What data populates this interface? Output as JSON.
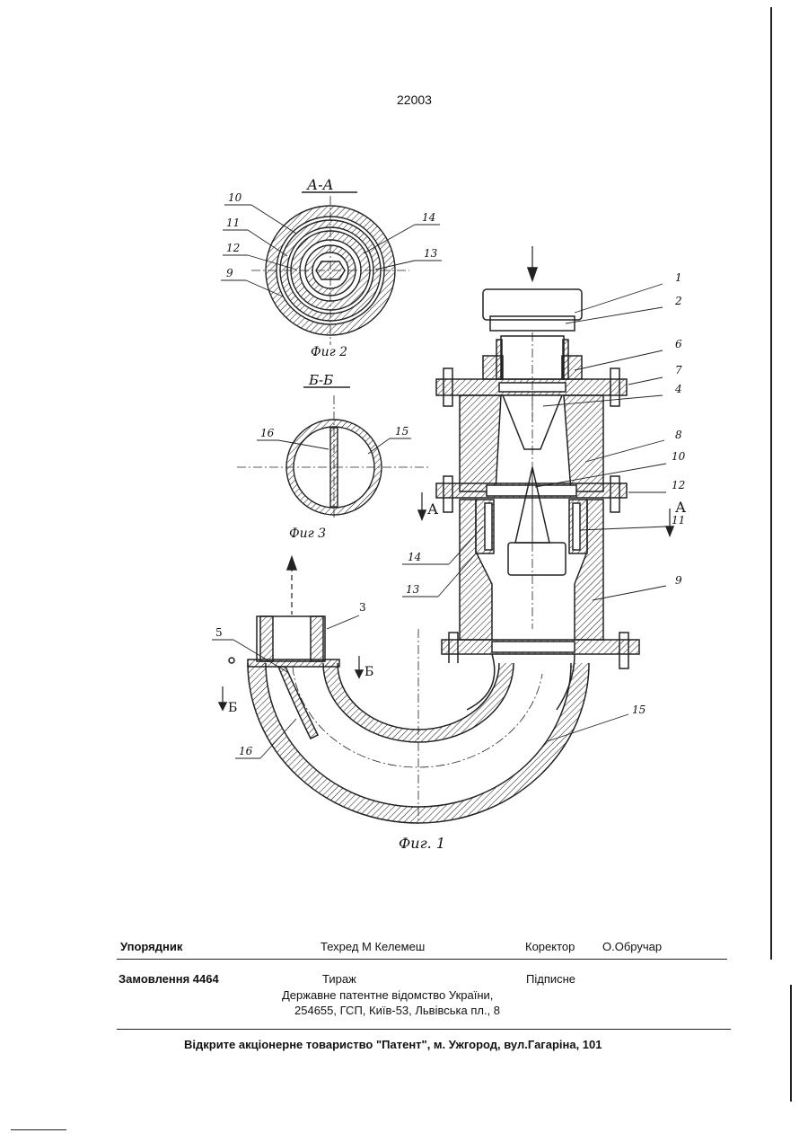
{
  "page_number": "22003",
  "figures": {
    "fig1": {
      "caption": "Фиг. 1"
    },
    "fig2": {
      "caption": "Фиг 2",
      "section": "А-А"
    },
    "fig3": {
      "caption": "Фиг 3",
      "section": "Б-Б"
    }
  },
  "section_marks": {
    "a": "А",
    "b": "Б"
  },
  "part_labels": [
    "1",
    "2",
    "3",
    "4",
    "5",
    "6",
    "7",
    "8",
    "9",
    "10",
    "11",
    "12",
    "13",
    "14",
    "15",
    "16"
  ],
  "footer": {
    "compiler_label": "Упорядник",
    "techred": "Техред М Келемеш",
    "corrector_label": "Коректор",
    "corrector_name": "О.Обручар",
    "order": "Замовлення  4464",
    "circulation": "Тираж",
    "signed": "Підписне",
    "office": "Державне  патентне  відомство  України,",
    "address": "254655, ГСП, Київ-53, Львівська пл., 8",
    "publisher": "Відкрите акціонерне товариство \"Патент\", м. Ужгород, вул.Гагаріна, 101"
  }
}
